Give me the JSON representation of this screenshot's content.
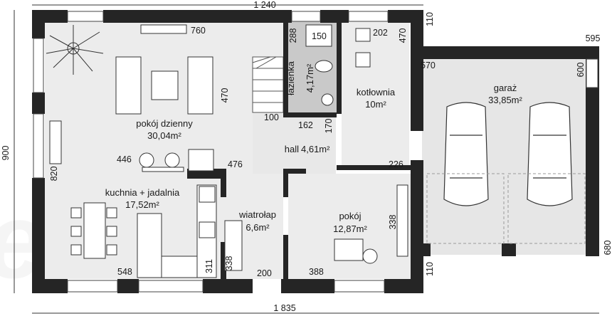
{
  "overall": {
    "width_top": "1 240",
    "width_bottom": "1 835",
    "height_left": "900",
    "garage_top": "595",
    "right_top": "110",
    "right_bottom": "680",
    "bottom_right_small": "110"
  },
  "rooms": {
    "living": {
      "name": "pokój dzienny",
      "area": "30,04m²"
    },
    "kitchen": {
      "name": "kuchnia + jadalnia",
      "area": "17,52m²"
    },
    "bathroom": {
      "name": "łazienka",
      "area": "4,17m²"
    },
    "boiler": {
      "name": "kotłownia",
      "area": "10m²"
    },
    "hall": {
      "name": "hall",
      "area": "4,61m²"
    },
    "vestibule": {
      "name": "wiatrołap",
      "area": "6,6m²"
    },
    "room": {
      "name": "pokój",
      "area": "12,87m²"
    },
    "garage": {
      "name": "garaż",
      "area": "33,85m²"
    }
  },
  "dims": {
    "tv": "760",
    "living_depth": "470",
    "living_side": "820",
    "d446": "446",
    "d476": "476",
    "d548": "548",
    "d311": "311",
    "d338a": "338",
    "d200": "200",
    "d388": "388",
    "d338b": "338",
    "d226": "226",
    "d100": "100",
    "d162": "162",
    "d170": "170",
    "d288": "288",
    "d150": "150",
    "d202": "202",
    "d470b": "470",
    "d570": "570",
    "d600": "600"
  },
  "colors": {
    "wall": "#252525",
    "floor_light": "#e9e9e9",
    "floor_bath": "#c9c9c9",
    "garage_floor": "#e6e6e6"
  }
}
